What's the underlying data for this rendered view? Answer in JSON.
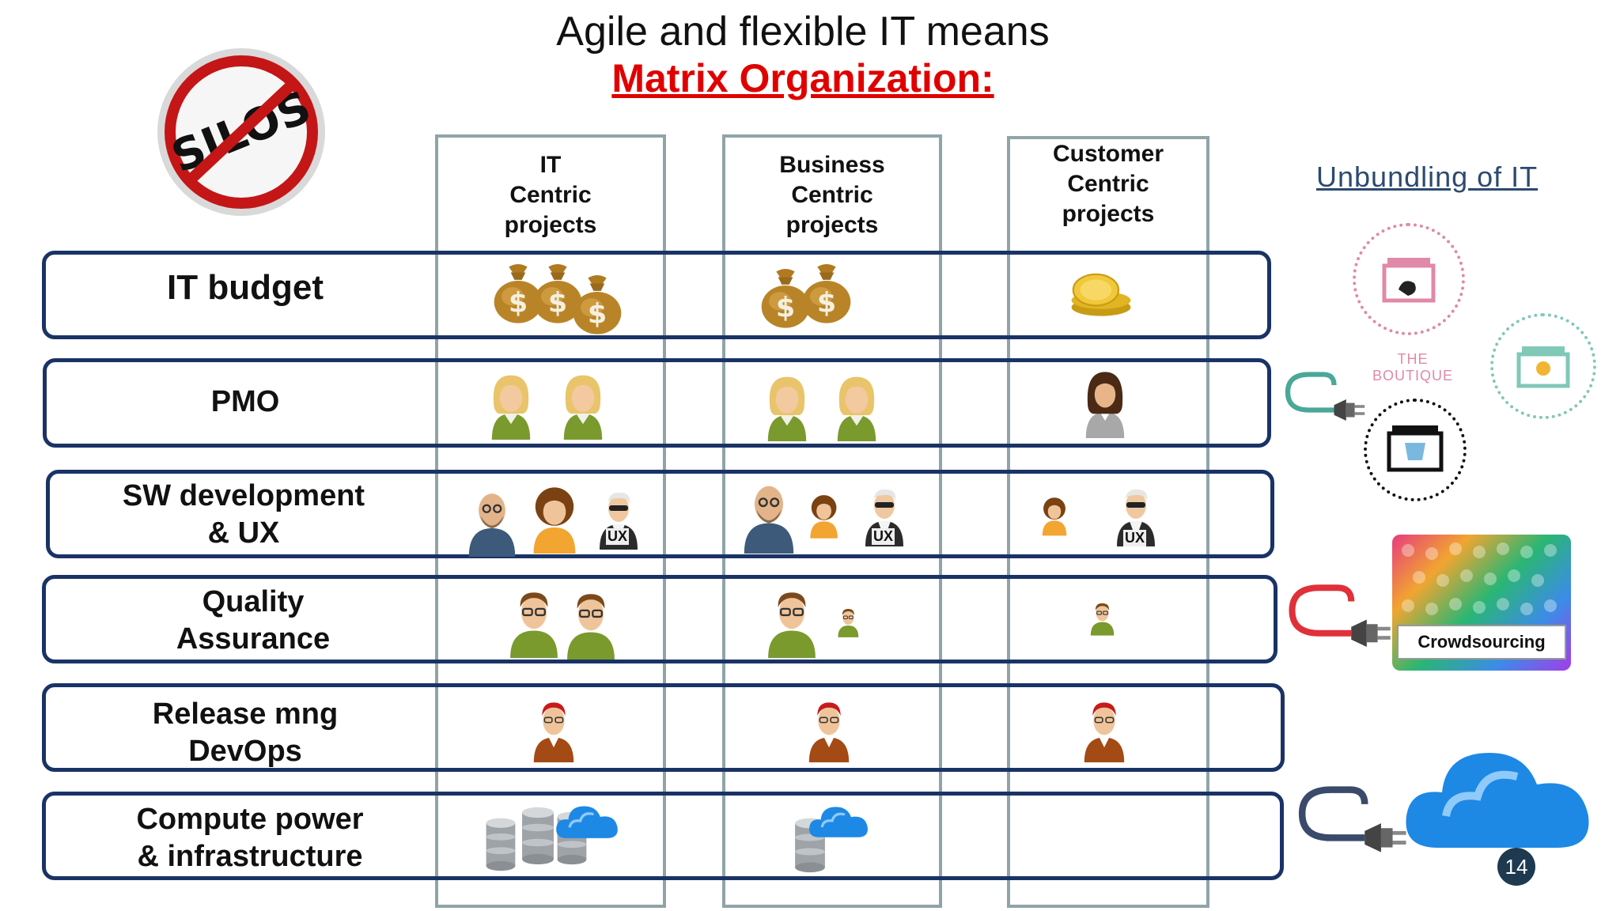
{
  "title": "Agile and flexible IT means",
  "subtitle": "Matrix Organization:",
  "silos_logo_text": "SILOS",
  "columns": [
    {
      "label": "IT\nCentric\nprojects"
    },
    {
      "label": "Business\nCentric\nprojects"
    },
    {
      "label": "Customer\nCentric\nprojects"
    }
  ],
  "rows": [
    {
      "label": "IT budget"
    },
    {
      "label": "PMO"
    },
    {
      "label": "SW development\n& UX"
    },
    {
      "label": "Quality\nAssurance"
    },
    {
      "label": "Release mng\nDevOps"
    },
    {
      "label": "Compute power\n& infrastructure"
    }
  ],
  "ux_badge": "UX",
  "unbundling_title": "Unbundling  of  IT",
  "boutique_text": "THE BOUTIQUE",
  "crowdsourcing_label": "Crowdsourcing",
  "page_number": "14",
  "colors": {
    "row_border": "#1a3366",
    "column_border": "#90a4a8",
    "subtitle": "#e00000",
    "page_badge": "#1e3a50"
  }
}
